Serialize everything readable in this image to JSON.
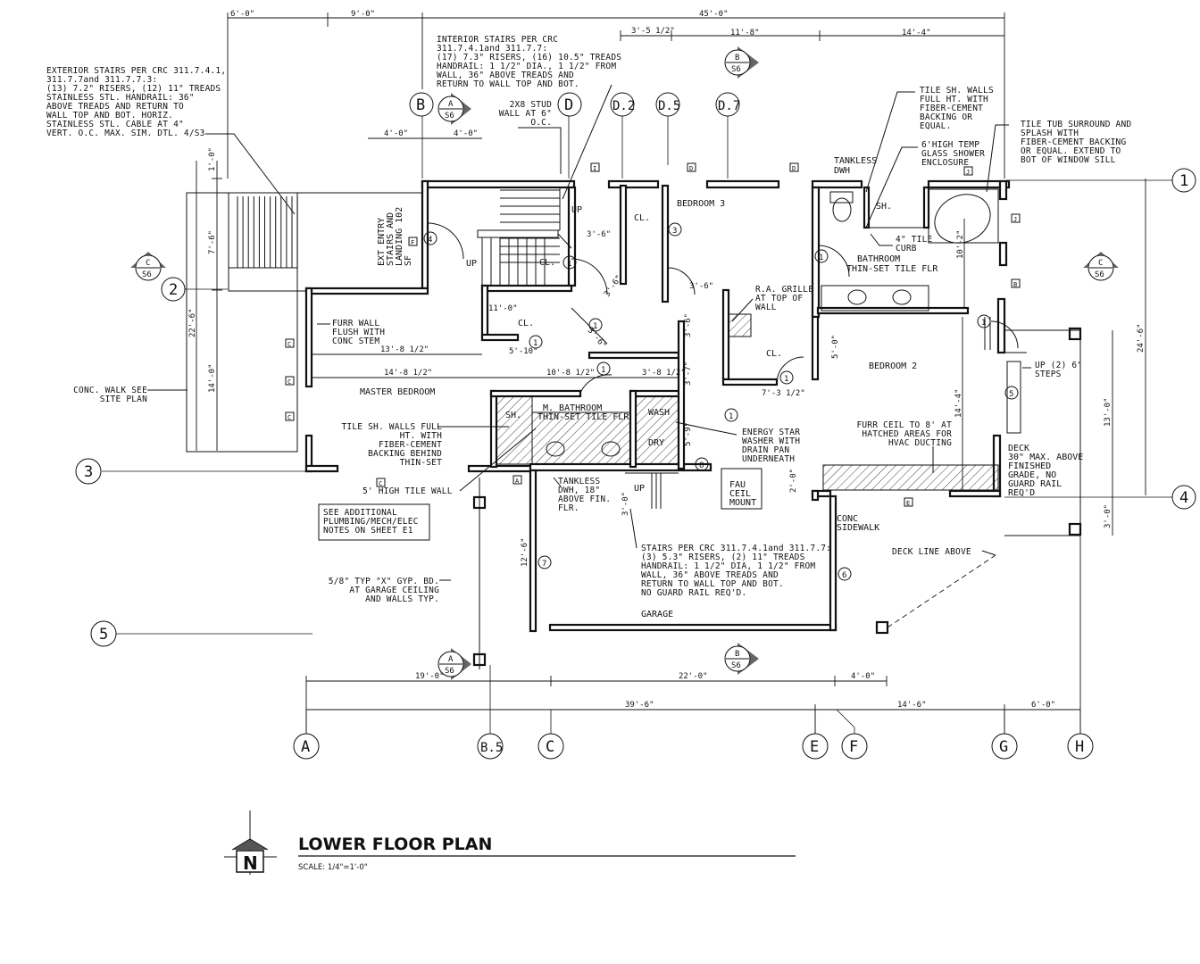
{
  "title": "LOWER FLOOR PLAN",
  "scale": "SCALE: 1/4\"=1'-0\"",
  "north_arrow_letter": "N",
  "grid_lines": {
    "columns": [
      "A",
      "B",
      "B.5",
      "C",
      "D",
      "D.2",
      "D.5",
      "D.7",
      "E",
      "F",
      "G",
      "H"
    ],
    "rows": [
      "1",
      "2",
      "3",
      "4",
      "5"
    ]
  },
  "section_tags": [
    {
      "letter": "A",
      "sheet": "S6"
    },
    {
      "letter": "A",
      "sheet": "S6"
    },
    {
      "letter": "B",
      "sheet": "S6"
    },
    {
      "letter": "B",
      "sheet": "S6"
    },
    {
      "letter": "C",
      "sheet": "S6"
    },
    {
      "letter": "C",
      "sheet": "S6"
    }
  ],
  "rooms": {
    "bedroom3": "BEDROOM 3",
    "bedroom2": "BEDROOM 2",
    "master_bedroom": "MASTER BEDROOM",
    "garage": "GARAGE",
    "bathroom": [
      "BATHROOM",
      "THIN-SET TILE FLR"
    ],
    "m_bathroom": [
      "M. BATHROOM",
      "THIN-SET TILE FLR"
    ],
    "cl1": "CL.",
    "cl2": "CL.",
    "cl3": "CL.",
    "cl4": "CL.",
    "sh1": "SH.",
    "sh2": "SH.",
    "wash": "WASH",
    "dry": "DRY",
    "up1": "UP",
    "up2": "UP",
    "up3": "UP",
    "tankless_dwh": [
      "TANKLESS",
      "DWH"
    ],
    "fau": [
      "FAU",
      "CEIL",
      "MOUNT"
    ],
    "conc_sidewalk": [
      "CONC",
      "SIDEWALK"
    ],
    "deck": [
      "DECK",
      "30\" MAX. ABOVE",
      "FINISHED",
      "GRADE, NO",
      "GUARD RAIL",
      "REQ'D"
    ],
    "ext_entry": [
      "EXT ENTRY",
      "STAIRS AND",
      "LANDING 102",
      "SF"
    ]
  },
  "notes": {
    "exterior_stairs": [
      "EXTERIOR STAIRS PER CRC 311.7.4.1,",
      "311.7.7and 311.7.7.3:",
      "(13) 7.2\" RISERS, (12) 11\" TREADS",
      "STAINLESS STL. HANDRAIL: 36\"",
      "ABOVE TREADS AND RETURN TO",
      "WALL TOP AND BOT. HORIZ.",
      "STAINLESS STL. CABLE AT 4\"",
      "VERT. O.C. MAX. SIM. DTL. 4/S3"
    ],
    "interior_stairs": [
      "INTERIOR STAIRS PER CRC",
      "311.7.4.1and 311.7.7:",
      "(17) 7.3\" RISERS, (16) 10.5\" TREADS",
      "HANDRAIL: 1 1/2\" DIA., 1 1/2\" FROM",
      "WALL, 36\" ABOVE TREADS AND",
      "RETURN TO WALL TOP AND BOT."
    ],
    "stud_wall": [
      "2X8 STUD",
      "WALL AT 6\"",
      "O.C."
    ],
    "tile_sh_walls": [
      "TILE SH. WALLS",
      "FULL HT. WITH",
      "FIBER-CEMENT",
      "BACKING OR",
      "EQUAL."
    ],
    "glass_shower": [
      "6'HIGH TEMP",
      "GLASS SHOWER",
      "ENCLOSURE"
    ],
    "tile_tub": [
      "TILE TUB SURROUND AND",
      "SPLASH WITH",
      "FIBER-CEMENT BACKING",
      "OR EQUAL.  EXTEND TO",
      "BOT OF WINDOW SILL"
    ],
    "tile_curb": [
      "4\" TILE",
      "CURB"
    ],
    "ra_grille": [
      "R.A. GRILLE",
      "AT TOP OF",
      "WALL"
    ],
    "furr_wall": [
      "FURR WALL",
      "FLUSH WITH",
      "CONC STEM"
    ],
    "conc_walk": [
      "CONC. WALK SEE",
      "SITE PLAN"
    ],
    "tile_sh_full": [
      "TILE SH. WALLS FULL",
      "HT. WITH",
      "FIBER-CEMENT",
      "BACKING BEHIND",
      "THIN-SET"
    ],
    "energy_star": [
      "ENERGY STAR",
      "WASHER WITH",
      "DRAIN PAN",
      "UNDERNEATH"
    ],
    "furr_ceil": [
      "FURR CEIL TO 8' AT",
      "HATCHED AREAS FOR",
      "HVAC DUCTING"
    ],
    "up_steps": [
      "UP (2) 6\"",
      "STEPS"
    ],
    "tile_wall_5": "5' HIGH TILE WALL",
    "see_additional": [
      "SEE ADDITIONAL",
      "PLUMBING/MECH/ELEC",
      "NOTES ON SHEET E1"
    ],
    "tankless_garage": [
      "TANKLESS",
      "DWH, 18\"",
      "ABOVE FIN.",
      "FLR."
    ],
    "gyp_bd": [
      "5/8\" TYP \"X\" GYP. BD.",
      "AT GARAGE CEILING",
      "AND WALLS  TYP."
    ],
    "garage_stairs": [
      "STAIRS PER CRC 311.7.4.1and 311.7.7:",
      "(3) 5.3\" RISERS, (2) 11\" TREADS",
      "HANDRAIL: 1 1/2\" DIA, 1 1/2\" FROM",
      "WALL, 36\" ABOVE TREADS AND",
      "RETURN TO WALL TOP AND BOT.",
      "NO GUARD RAIL REQ'D."
    ],
    "deck_line": "DECK LINE ABOVE",
    "tankless_bath": [
      "TANKLESS",
      "DWH"
    ]
  },
  "dimensions": {
    "top_6_0": "6'-0\"",
    "top_9_0": "9'-0\"",
    "top_45_0": "45'-0\"",
    "top_3_5": "3'-5 1/2\"",
    "top_11_8": "11'-8\"",
    "top_14_4": "14'-4\"",
    "d_4_0a": "4'-0\"",
    "d_4_0b": "4'-0\"",
    "d_1_0": "1'-0\"",
    "d_7_6": "7'-6\"",
    "d_22_6": "22'-6\"",
    "d_14_0": "14'-0\"",
    "d_3_6a": "3'-6\"",
    "d_3_6b": "3'-6\"",
    "d_3_6c": "3'-6\"",
    "d_3_6d": "3'-6\"",
    "d_3_6e": "3'-6\"",
    "d_11_0": "11'-0\"",
    "d_5_10": "5'-10\"",
    "d_13_8": "13'-8 1/2\"",
    "d_14_8": "14'-8 1/2\"",
    "d_10_8": "10'-8 1/2\"",
    "d_3_8": "3'-8 1/2\"",
    "d_3_7": "3'-7\"",
    "d_7_3": "7'-3 1/2\"",
    "d_5_0": "5'-0\"",
    "d_5_9": "5'-9\"",
    "d_14_4v": "14'-4\"",
    "d_10_2": "10'-2\"",
    "d_24_6": "24'-6\"",
    "d_13_0": "13'-0\"",
    "d_3_0a": "3'-0\"",
    "d_3_0b": "3'-0\"",
    "d_2_0": "2'-0\"",
    "d_12_6": "12'-6\"",
    "bot_19_0": "19'-0\"",
    "bot_22_0": "22'-0\"",
    "bot_4_0": "4'-0\"",
    "bot_39_6": "39'-6\"",
    "bot_14_6": "14'-6\"",
    "bot_6_0": "6'-0\""
  },
  "door_tags": [
    "1",
    "1",
    "1",
    "1",
    "1",
    "1",
    "1",
    "1",
    "1",
    "3",
    "4",
    "5",
    "6",
    "7",
    "8"
  ],
  "window_tags": [
    "D",
    "D",
    "D",
    "I",
    "J",
    "J",
    "B",
    "C",
    "C",
    "C",
    "C",
    "A",
    "E",
    "F"
  ],
  "colors": {
    "ink": "#111111",
    "paper": "#ffffff"
  }
}
